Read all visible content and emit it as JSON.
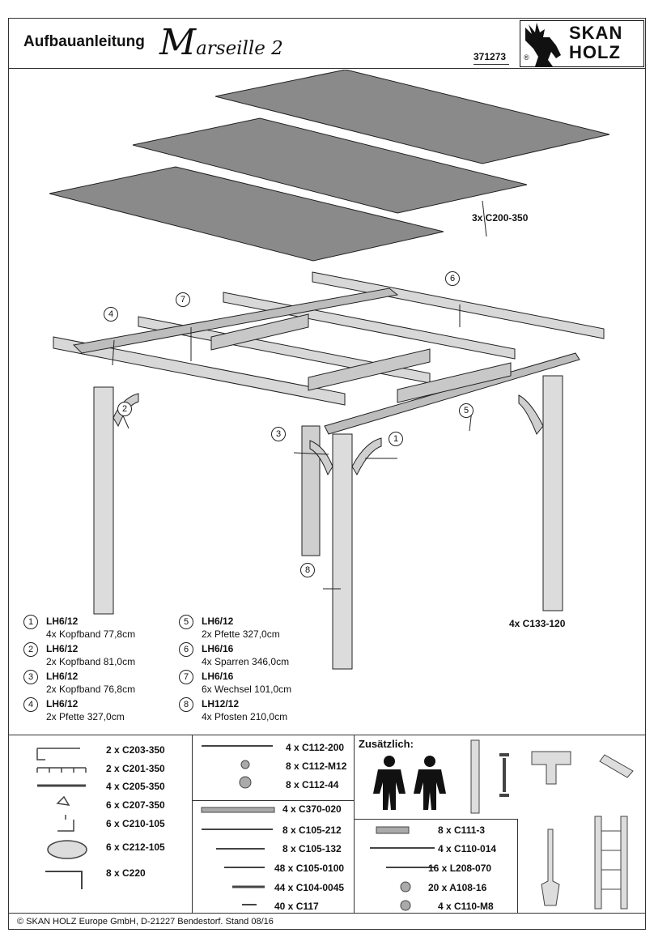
{
  "header": {
    "title": "Aufbauanleitung",
    "model_initial": "M",
    "model_rest": "arseille 2",
    "article_number": "371273",
    "logo_line1": "SKAN",
    "logo_line2": "HOLZ",
    "logo_reg": "®"
  },
  "diagram": {
    "roof_label": "3x C200-350",
    "post_label": "4x C133-120",
    "callouts": [
      "1",
      "2",
      "3",
      "4",
      "5",
      "6",
      "7",
      "8"
    ]
  },
  "legend": [
    {
      "num": "1",
      "type": "LH6/12",
      "desc": "4x Kopfband 77,8cm"
    },
    {
      "num": "2",
      "type": "LH6/12",
      "desc": "2x Kopfband 81,0cm"
    },
    {
      "num": "3",
      "type": "LH6/12",
      "desc": "2x Kopfband 76,8cm"
    },
    {
      "num": "4",
      "type": "LH6/12",
      "desc": "2x Pfette 327,0cm"
    },
    {
      "num": "5",
      "type": "LH6/12",
      "desc": "2x Pfette 327,0cm"
    },
    {
      "num": "6",
      "type": "LH6/16",
      "desc": "4x Sparren 346,0cm"
    },
    {
      "num": "7",
      "type": "LH6/16",
      "desc": "6x Wechsel 101,0cm"
    },
    {
      "num": "8",
      "type": "LH12/12",
      "desc": "4x Pfosten 210,0cm"
    }
  ],
  "parts_col1": [
    "2 x C203-350",
    "2 x C201-350",
    "4 x C205-350",
    "6 x C207-350",
    "6 x C210-105",
    "6 x C212-105",
    "8 x C220"
  ],
  "parts_col2a": [
    "4   x C112-200",
    "8   x C112-M12",
    "8   x C112-44"
  ],
  "parts_col2b": [
    "4  x C370-020",
    "8  x C105-212",
    "8  x C105-132",
    "48 x C105-0100",
    "44 x C104-0045",
    "40 x C117"
  ],
  "parts_col3_title": "Zusätzlich:",
  "parts_col3": [
    "8  x C111-3",
    "4  x C110-014",
    "16 x L208-070",
    "20 x A108-16",
    "4  x C110-M8"
  ],
  "footer": "© SKAN HOLZ Europe GmbH, D-21227 Bendestorf. Stand 08/16"
}
